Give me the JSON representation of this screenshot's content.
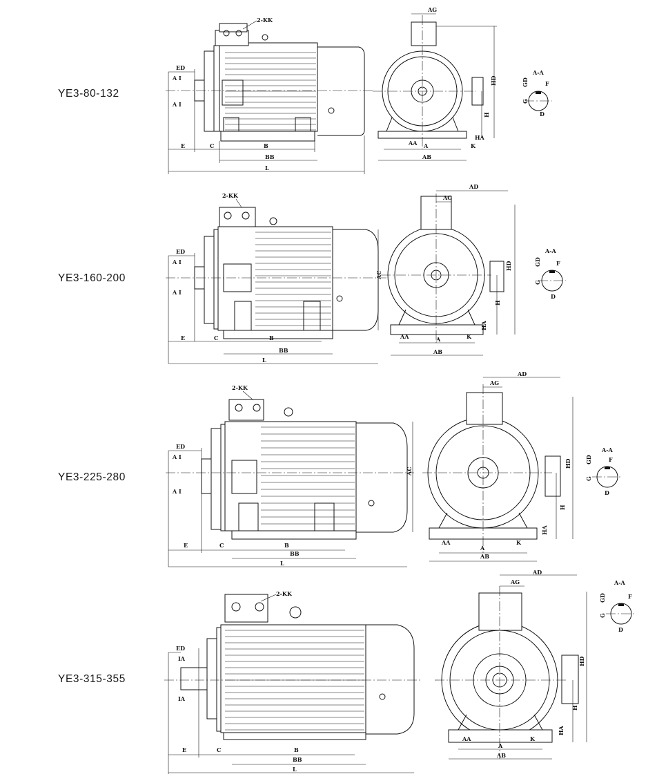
{
  "rows": [
    {
      "series": "YE3-80-132",
      "side": {
        "terminal": "2-KK",
        "dims": [
          "ED",
          "A I",
          "A I",
          "E",
          "C",
          "B",
          "BB",
          "L"
        ]
      },
      "front": {
        "dims": [
          "AG",
          "HD",
          "H",
          "HA",
          "AA",
          "A",
          "K",
          "AB"
        ]
      },
      "section": {
        "dims": [
          "A-A",
          "GD",
          "F",
          "G",
          "D"
        ]
      }
    },
    {
      "series": "YE3-160-200",
      "side": {
        "terminal": "2-KK",
        "dims": [
          "ED",
          "A I",
          "A I",
          "E",
          "C",
          "B",
          "BB",
          "L",
          "AC"
        ]
      },
      "front": {
        "dims": [
          "AG",
          "AD",
          "HD",
          "H",
          "HA",
          "AA",
          "A",
          "K",
          "AB"
        ]
      },
      "section": {
        "dims": [
          "A-A",
          "GD",
          "F",
          "G",
          "D"
        ]
      }
    },
    {
      "series": "YE3-225-280",
      "side": {
        "terminal": "2-KK",
        "dims": [
          "ED",
          "A I",
          "A I",
          "E",
          "C",
          "B",
          "BB",
          "L",
          "AC"
        ]
      },
      "front": {
        "dims": [
          "AG",
          "AD",
          "HD",
          "H",
          "HA",
          "AA",
          "A",
          "K",
          "AB"
        ]
      },
      "section": {
        "dims": [
          "A-A",
          "GD",
          "F",
          "G",
          "D"
        ]
      }
    },
    {
      "series": "YE3-315-355",
      "side": {
        "terminal": "2-KK",
        "dims": [
          "ED",
          "IA",
          "IA",
          "E",
          "C",
          "B",
          "BB",
          "L"
        ]
      },
      "front": {
        "dims": [
          "AG",
          "AD",
          "HD",
          "H",
          "HA",
          "AA",
          "A",
          "K",
          "AB"
        ]
      },
      "section": {
        "dims": [
          "A-A",
          "GD",
          "F",
          "G",
          "D"
        ]
      }
    }
  ]
}
